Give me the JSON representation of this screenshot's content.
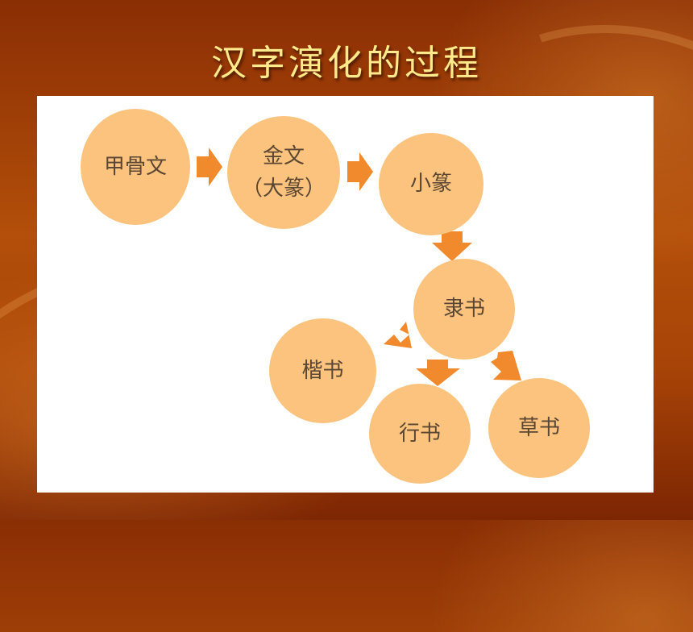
{
  "slide": {
    "title": "汉字演化的过程"
  },
  "diagram": {
    "nodes": [
      {
        "id": "jiaguwen",
        "lines": [
          "甲骨文"
        ]
      },
      {
        "id": "jinwen",
        "lines": [
          "金文",
          "（大篆）"
        ]
      },
      {
        "id": "xiaozhuan",
        "lines": [
          "小篆"
        ]
      },
      {
        "id": "lishu",
        "lines": [
          "隶书"
        ]
      },
      {
        "id": "kaishu",
        "lines": [
          "楷书"
        ]
      },
      {
        "id": "xingshu",
        "lines": [
          "行书"
        ]
      },
      {
        "id": "caoshu",
        "lines": [
          "草书"
        ]
      }
    ],
    "edges": [
      {
        "from": "jiaguwen",
        "to": "jinwen"
      },
      {
        "from": "jinwen",
        "to": "xiaozhuan"
      },
      {
        "from": "xiaozhuan",
        "to": "lishu"
      },
      {
        "from": "lishu",
        "to": "kaishu"
      },
      {
        "from": "lishu",
        "to": "xingshu"
      },
      {
        "from": "lishu",
        "to": "caoshu"
      }
    ],
    "colors": {
      "node_fill": "#fbc37d",
      "node_text": "#5a4632",
      "arrow": "#f08a2c",
      "title": "#ffe98a"
    }
  }
}
